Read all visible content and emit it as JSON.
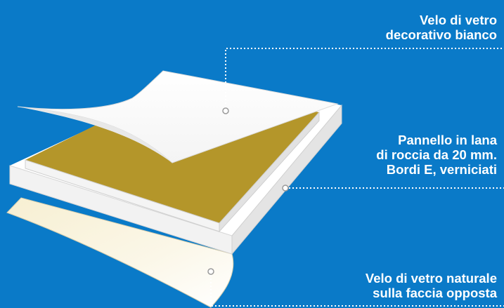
{
  "labels": {
    "top": {
      "line1": "Velo di vetro",
      "line2": "decorativo bianco"
    },
    "middle": {
      "line1": "Pannello in lana",
      "line2": "di roccia da 20 mm.",
      "line3": "Bordi E, verniciati"
    },
    "bottom": {
      "line1": "Velo di vetro naturale",
      "line2": "sulla faccia opposta"
    }
  },
  "colors": {
    "background": "#0a7ac8",
    "panel_face": "#b4962a",
    "panel_edge": "#f2f2f2",
    "top_veil": "#ffffff",
    "bottom_veil": "#f8f2dc",
    "leader": "#ffffff"
  }
}
